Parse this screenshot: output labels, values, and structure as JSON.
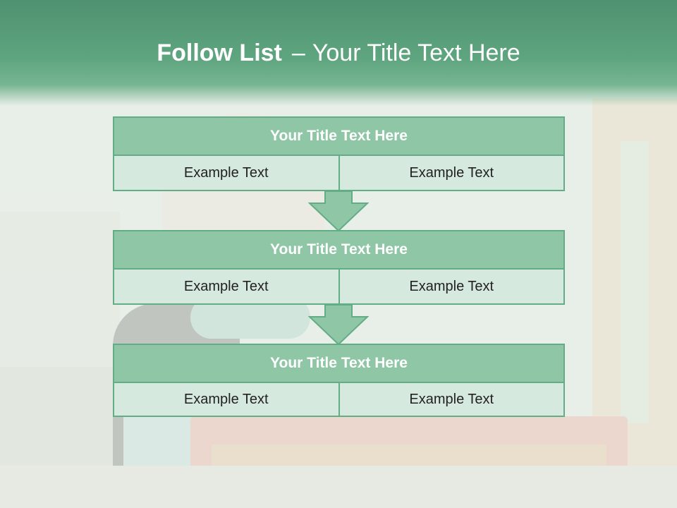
{
  "header": {
    "title_bold": "Follow List",
    "title_sep": "–",
    "title_rest": "Your Title Text Here"
  },
  "blocks": [
    {
      "title": "Your Title Text Here",
      "left": "Example Text",
      "right": "Example Text"
    },
    {
      "title": "Your Title Text Here",
      "left": "Example Text",
      "right": "Example Text"
    },
    {
      "title": "Your Title Text Here",
      "left": "Example Text",
      "right": "Example Text"
    }
  ],
  "colors": {
    "header": "#5ea57f",
    "block_title_fill": "#8fc7a6",
    "block_cell_fill": "#d6e9de",
    "border": "#63ad86",
    "arrow_fill": "#8fc7a6"
  }
}
